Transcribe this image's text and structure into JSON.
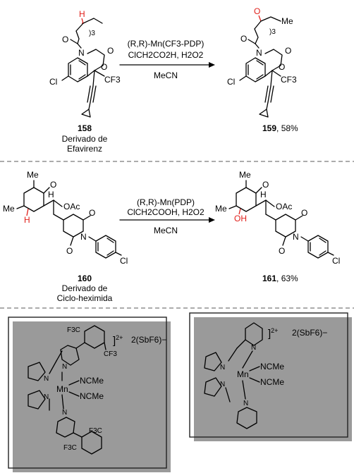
{
  "reaction1": {
    "substrate_number": "158",
    "substrate_caption_line1": "Derivado de",
    "substrate_caption_line2": "Efavirenz",
    "reagent_line1": "(R,R)-Mn(CF3-PDP)",
    "reagent_line2": "ClCH2CO2H, H2O2",
    "solvent": "MeCN",
    "product_number": "159",
    "product_yield": ", 58%"
  },
  "reaction2": {
    "substrate_number": "160",
    "substrate_caption_line1": "Derivado de",
    "substrate_caption_line2": "Ciclo-heximida",
    "reagent_line1": "(R,R)-Mn(PDP)",
    "reagent_line2": "ClCH2COOH, H2O2",
    "solvent": "MeCN",
    "product_number": "161",
    "product_yield": ", 63%"
  },
  "atoms": {
    "O": "O",
    "N": "N",
    "Cl": "Cl",
    "CF3": "CF3",
    "H": "H",
    "Me": "Me",
    "OAc": "OAc",
    "OH": "OH",
    "Mn": "Mn",
    "NCMe": "NCMe",
    "F3C": "F3C",
    "n3": ")3"
  },
  "catalysts": {
    "charge": "2+",
    "counterion": "2(SbF6)−"
  },
  "colors": {
    "highlight": "#e0201b",
    "separator": "#7a7a7a"
  }
}
